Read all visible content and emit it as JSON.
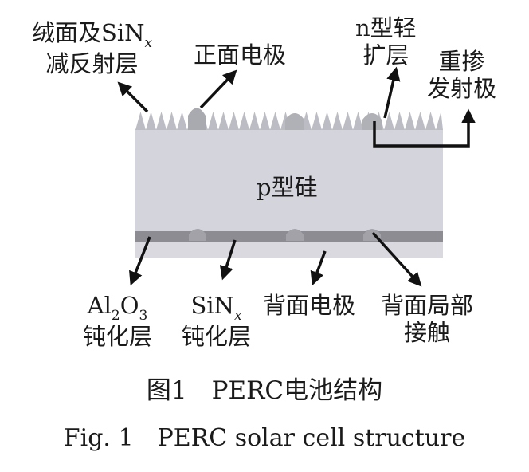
{
  "labels": {
    "texture": {
      "line1_prefix": "绒面及SiN",
      "line1_sub": "x",
      "line2": "减反射层"
    },
    "front_electrode": "正面电极",
    "n_layer": {
      "line1": "n型轻",
      "line2": "扩层"
    },
    "heavy_emitter": {
      "line1": "重掺",
      "line2": "发射极"
    },
    "p_silicon": "p型硅",
    "al2o3": {
      "al": "Al",
      "sub2": "2",
      "o": "O",
      "sub3": "3",
      "line2": "钝化层"
    },
    "sinx_back": {
      "prefix": "SiN",
      "sub": "x",
      "line2": "钝化层"
    },
    "back_electrode": "背面电极",
    "back_local_contact": {
      "line1": "背面局部",
      "line2": "接触"
    }
  },
  "caption": {
    "zh": "图1　PERC电池结构",
    "en": "Fig. 1　PERC solar cell structure"
  },
  "colors": {
    "wafer": "#d4d4dc",
    "texture": "#bcbcc4",
    "passivation": "#8c8c92",
    "back_metal": "#d9d9df",
    "contact": "#a2a2a8",
    "arrow": "#111111"
  }
}
